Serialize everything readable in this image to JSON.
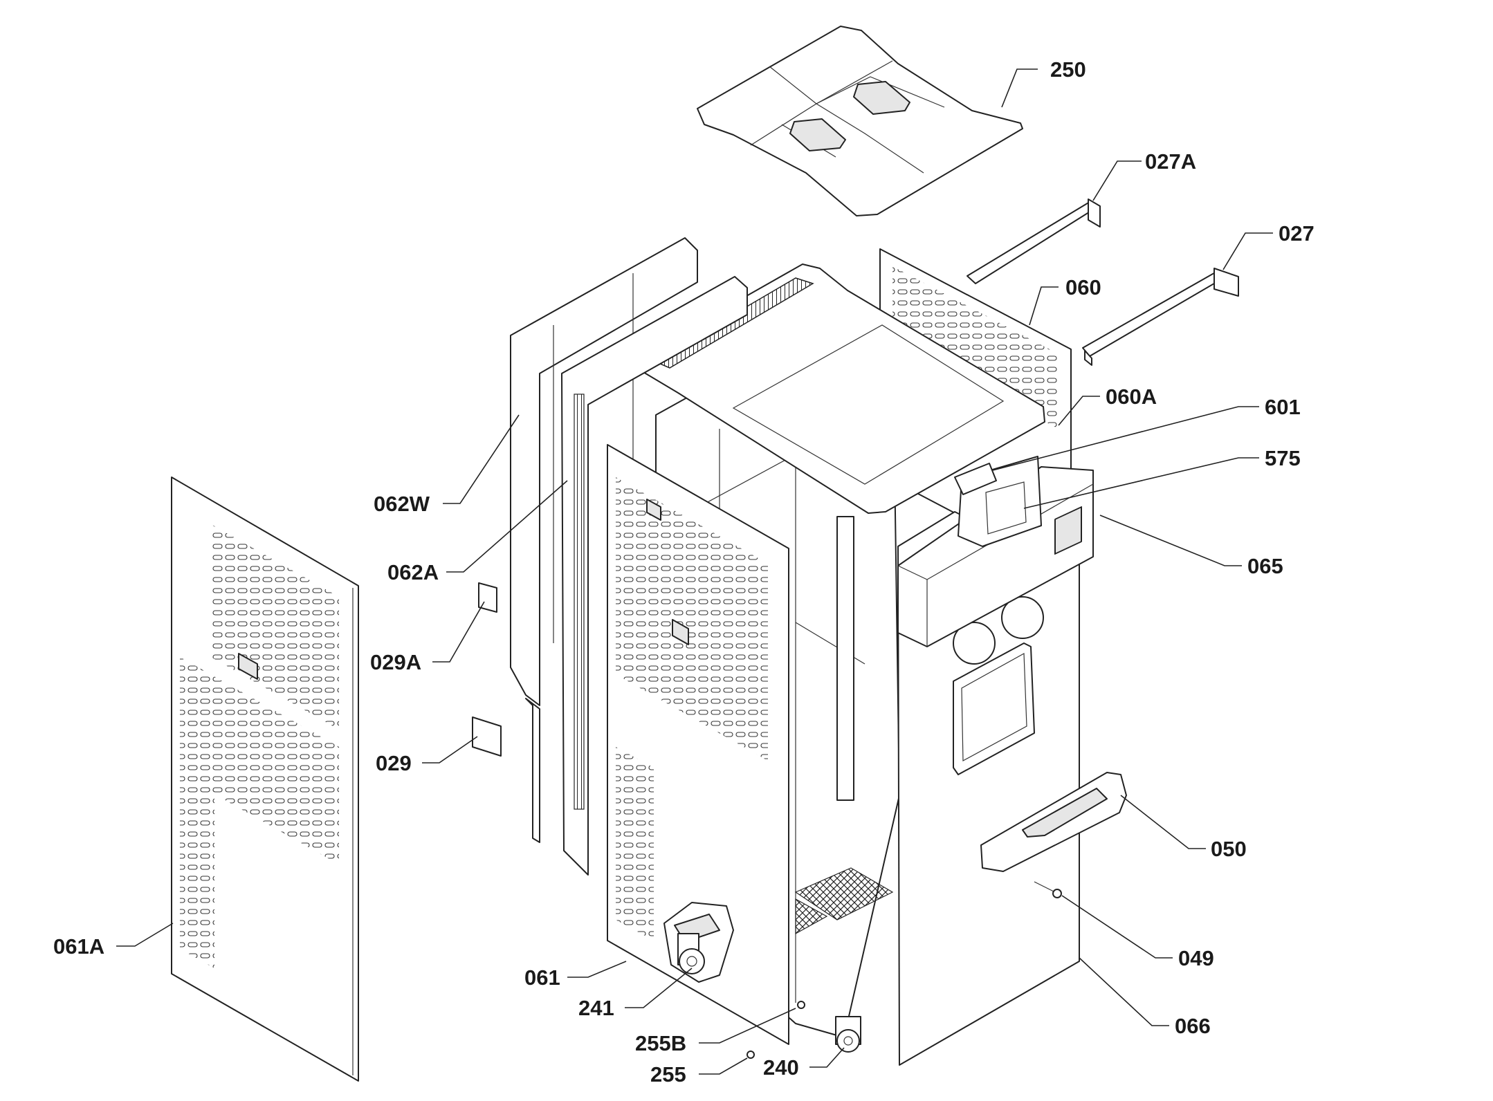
{
  "labels": {
    "l250": "250",
    "l027A": "027A",
    "l027": "027",
    "l060": "060",
    "l060A": "060A",
    "l601": "601",
    "l575": "575",
    "l065": "065",
    "l062W": "062W",
    "l062A": "062A",
    "l029A": "029A",
    "l029": "029",
    "l061A": "061A",
    "l061": "061",
    "l241": "241",
    "l255B": "255B",
    "l255": "255",
    "l240": "240",
    "l050": "050",
    "l049": "049",
    "l066": "066"
  }
}
